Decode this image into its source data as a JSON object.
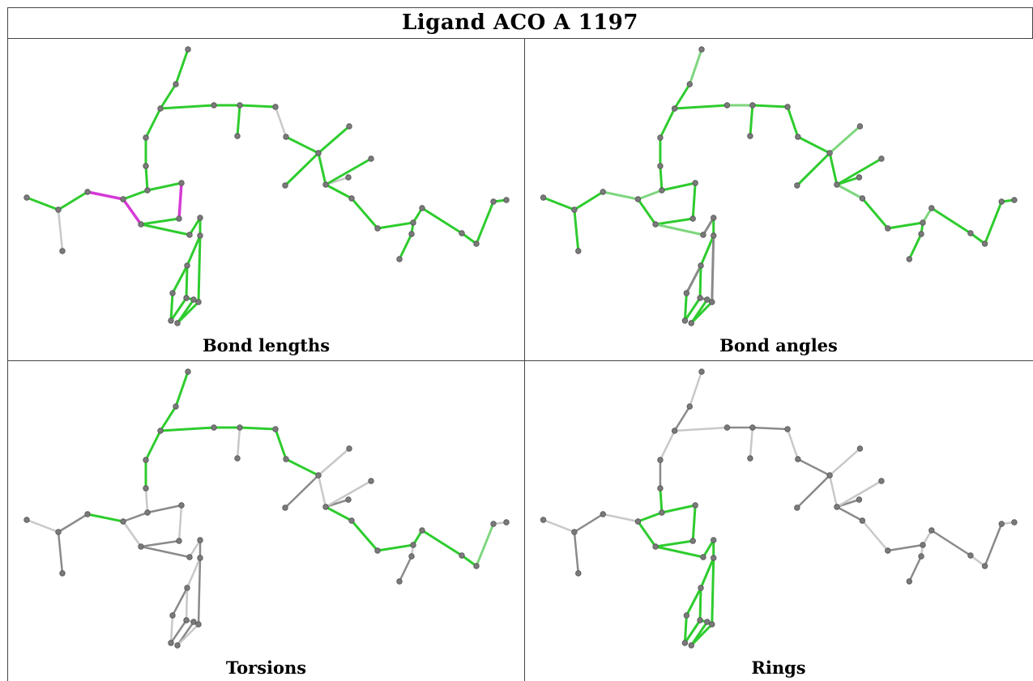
{
  "title": "Ligand ACO A 1197",
  "panels": [
    {
      "id": "bond-lengths",
      "caption": "Bond lengths"
    },
    {
      "id": "bond-angles",
      "caption": "Bond angles"
    },
    {
      "id": "torsions",
      "caption": "Torsions"
    },
    {
      "id": "rings",
      "caption": "Rings"
    }
  ],
  "colors": {
    "green": "#2ecc2e",
    "light_green": "#7ed67e",
    "magenta": "#d63ad6",
    "grey": "#8a8a8a",
    "light_grey": "#c8c8c8",
    "atom": "#7a7a7a"
  }
}
